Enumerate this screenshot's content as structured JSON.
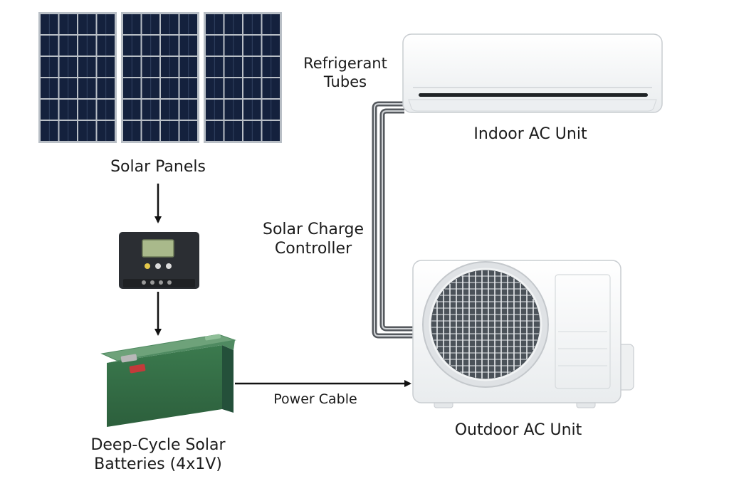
{
  "components": {
    "solar_panels": {
      "label": "Solar Panels",
      "count": 3
    },
    "charge_controller": {
      "label_line1": "Solar Charge",
      "label_line2": "Controller"
    },
    "batteries": {
      "label_line1": "Deep-Cycle Solar",
      "label_line2": "Batteries (4x1V)"
    },
    "indoor_unit": {
      "label": "Indoor AC Unit"
    },
    "outdoor_unit": {
      "label": "Outdoor AC Unit"
    }
  },
  "connections": {
    "refrigerant_tubes": {
      "label_line1": "Refrigerant",
      "label_line2": "Tubes"
    },
    "power_cable": {
      "label": "Power Cable"
    }
  },
  "colors": {
    "panel_cell": "#14213d",
    "panel_frame": "#b9bfc6",
    "controller_body": "#2b2e33",
    "controller_screen": "#a9b98b",
    "battery_green": "#3f7d52",
    "battery_top": "#6ea27a",
    "terminal_red": "#c43a3a",
    "ac_white": "#f7f8f8",
    "tube_gray": "#55595e",
    "arrow": "#111111"
  }
}
